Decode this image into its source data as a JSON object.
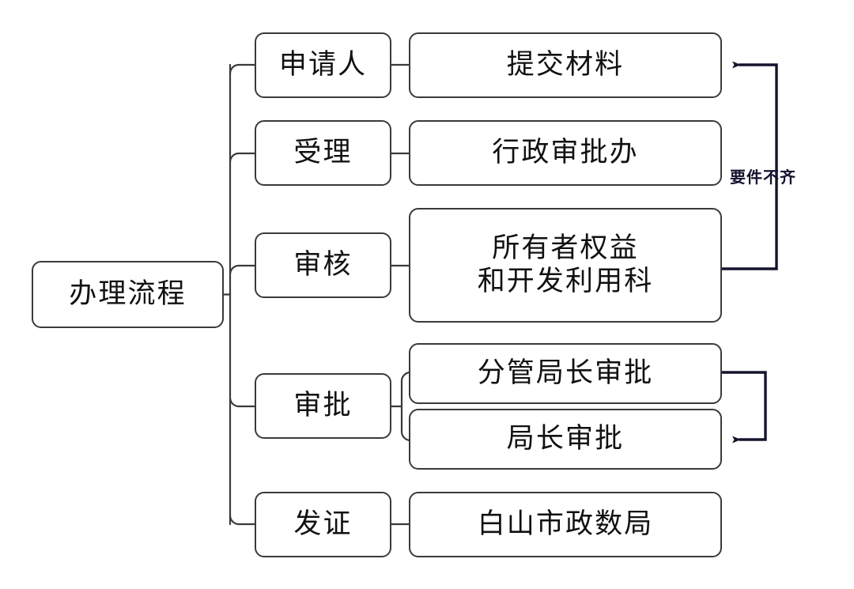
{
  "diagram": {
    "type": "flowchart-tree",
    "title": "办理流程",
    "orientation": "left-to-right",
    "colors": {
      "box_border": "#3a3a3a",
      "box_fill": "#ffffff",
      "tree_connector": "#3a3a3a",
      "feedback_arrow": "#14142e",
      "text": "#111111",
      "annotation_text": "#14142e"
    },
    "root": {
      "label": "办理流程"
    },
    "stages": [
      {
        "id": "applicant",
        "label": "申请人",
        "details": [
          {
            "id": "submit-materials",
            "label": "提交材料"
          }
        ]
      },
      {
        "id": "acceptance",
        "label": "受理",
        "details": [
          {
            "id": "admin-approval-office",
            "label": "行政审批办"
          }
        ]
      },
      {
        "id": "review",
        "label": "审核",
        "details": [
          {
            "id": "owner-rights-division",
            "label": "所有者权益\n和开发利用科"
          }
        ]
      },
      {
        "id": "approval",
        "label": "审批",
        "details": [
          {
            "id": "deputy-director-approval",
            "label": "分管局长审批"
          },
          {
            "id": "director-approval",
            "label": "局长审批"
          }
        ]
      },
      {
        "id": "issue-certificate",
        "label": "发证",
        "details": [
          {
            "id": "baishan-gov-data-bureau",
            "label": "白山市政数局"
          }
        ]
      }
    ],
    "annotations": [
      {
        "id": "incomplete-documents",
        "label": "要件不齐",
        "from": "owner-rights-division",
        "to": "submit-materials"
      }
    ],
    "feedback_arrows": [
      {
        "id": "review-reject-to-submit",
        "from": "owner-rights-division",
        "to": "submit-materials",
        "label": "要件不齐"
      },
      {
        "id": "deputy-to-director",
        "from": "deputy-director-approval",
        "to": "director-approval",
        "label": ""
      }
    ]
  }
}
